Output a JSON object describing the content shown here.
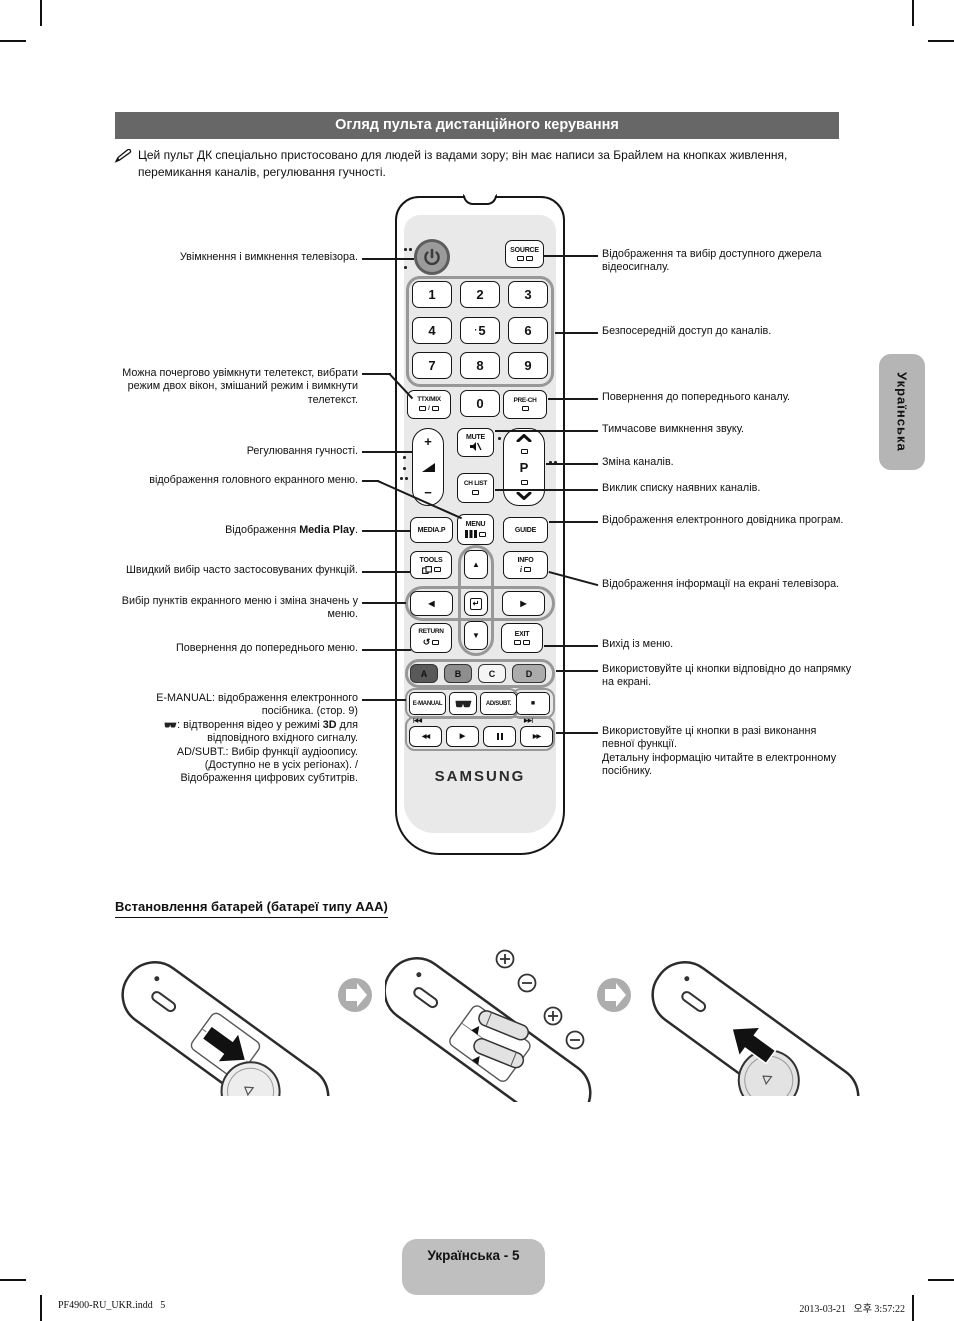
{
  "header": {
    "title": "Огляд пульта дистанційного керування"
  },
  "note": {
    "lines": [
      "Цей пульт ДК спеціально пристосовано для людей із вадами зору; він має написи за Брайлем на кнопках живлення,",
      "перемикання каналів, регулювання гучності."
    ]
  },
  "remote": {
    "source": "SOURCE",
    "digits": [
      "1",
      "2",
      "3",
      "4",
      "5",
      "6",
      "7",
      "8",
      "9"
    ],
    "zero": "0",
    "ttx_mix": "TTX/MIX",
    "pre_ch": "PRE-CH",
    "volume_plus": "+",
    "volume_minus": "−",
    "mute": "MUTE",
    "p": "P",
    "ch_list": "CH LIST",
    "media_p": "MEDIA.P",
    "menu": "MENU",
    "guide": "GUIDE",
    "tools": "TOOLS",
    "info": "INFO",
    "return": "RETURN",
    "exit": "EXIT",
    "color_buttons": [
      "A",
      "B",
      "C",
      "D"
    ],
    "e_manual": "E-MANUAL",
    "ad_subt": "AD/SUBT.",
    "logo": "SAMSUNG"
  },
  "icons": {
    "arrow_up": "▲",
    "arrow_down": "▼",
    "arrow_left": "◀",
    "arrow_right": "▶",
    "enter": "↵",
    "return_glyph": "↺",
    "rewind": "◀◀",
    "play": "▶",
    "ff": "▶▶",
    "stop": "■",
    "skip_back": "|◀◀",
    "skip_fwd": "▶▶|",
    "digit5_dot": "·",
    "slash": "/",
    "info_glyph": "i"
  },
  "left_callouts": [
    {
      "lines": [
        "Увімкнення і вимкнення телевізора."
      ]
    },
    {
      "lines": [
        "Можна почергово увімкнути телетекст, вибрати",
        "режим двох вікон, змішаний режим і вимкнути",
        "телетекст."
      ]
    },
    {
      "lines": [
        "Регулювання гучності."
      ]
    },
    {
      "lines": [
        "відображення головного екранного меню."
      ]
    },
    {
      "pre": "Відображення ",
      "bold": "Media Play",
      "post": "."
    },
    {
      "lines": [
        "Швидкий вибір часто застосовуваних функцій."
      ]
    },
    {
      "lines": [
        "Вибір пунктів екранного меню і зміна значень у",
        "меню."
      ]
    },
    {
      "lines": [
        "Повернення до попереднього меню."
      ]
    },
    {
      "l1": "E-MANUAL: відображення електронного",
      "l2": "посібника. (стор. 9)",
      "l3pre": ": відтворення відео у режимі ",
      "l3bold": "3D",
      "l3post": " для",
      "l4": "відповідного вхідного сигналу.",
      "l5": "AD/SUBT.: Вибір функції аудіоопису.",
      "l6": "(Доступно не в усіх регіонах). /",
      "l7": "Відображення цифрових субтитрів."
    }
  ],
  "right_callouts": [
    {
      "lines": [
        "Відображення та вибір доступного джерела",
        "відеосигналу."
      ]
    },
    {
      "lines": [
        "Безпосередній доступ до каналів."
      ]
    },
    {
      "lines": [
        "Повернення до попереднього каналу."
      ]
    },
    {
      "lines": [
        "Тимчасове вимкнення звуку."
      ]
    },
    {
      "lines": [
        "Зміна каналів."
      ]
    },
    {
      "lines": [
        "Виклик списку наявних каналів."
      ]
    },
    {
      "lines": [
        "Відображення електронного довідника програм."
      ]
    },
    {
      "lines": [
        "Відображення інформації на екрані телевізора."
      ]
    },
    {
      "lines": [
        "Вихід із меню."
      ]
    },
    {
      "lines": [
        "Використовуйте ці кнопки відповідно до напрямку",
        "на екрані."
      ]
    },
    {
      "lines": [
        "Використовуйте ці кнопки в разі виконання",
        "певної функції.",
        "Детальну інформацію читайте в електронному",
        "посібнику."
      ]
    }
  ],
  "battery": {
    "heading": "Встановлення батарей (батареї типу AAA)"
  },
  "footer": {
    "page_badge": "Українська - 5",
    "side_tab": "Українська",
    "imprint_left": "PF4900-RU_UKR.indd   5",
    "imprint_right": "2013-03-21   오후 3:57:22"
  }
}
